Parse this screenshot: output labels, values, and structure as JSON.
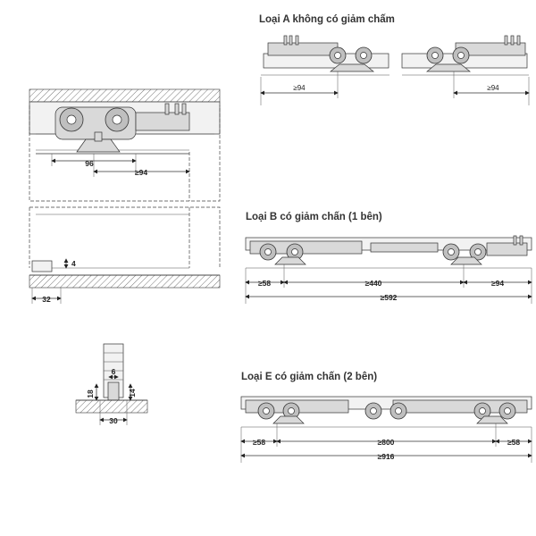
{
  "section_a": {
    "title": "Loại A không có giảm chấm",
    "dim_left": "≥94",
    "dim_right": "≥94"
  },
  "section_b": {
    "title": "Loại B có giảm chấn (1 bên)",
    "dim_58": "≥58",
    "dim_440": "≥440",
    "dim_94": "≥94",
    "dim_592": "≥592"
  },
  "section_e": {
    "title": "Loại E có giảm chấn (2 bên)",
    "dim_58_left": "≥58",
    "dim_800": "≥800",
    "dim_58_right": "≥58",
    "dim_916": "≥916"
  },
  "main_view": {
    "dim_96": "96",
    "dim_94": "≥94",
    "dim_4": "4",
    "dim_32": "32"
  },
  "section_view": {
    "dim_6": "6",
    "dim_18": "18",
    "dim_14": "14",
    "dim_30": "30"
  }
}
